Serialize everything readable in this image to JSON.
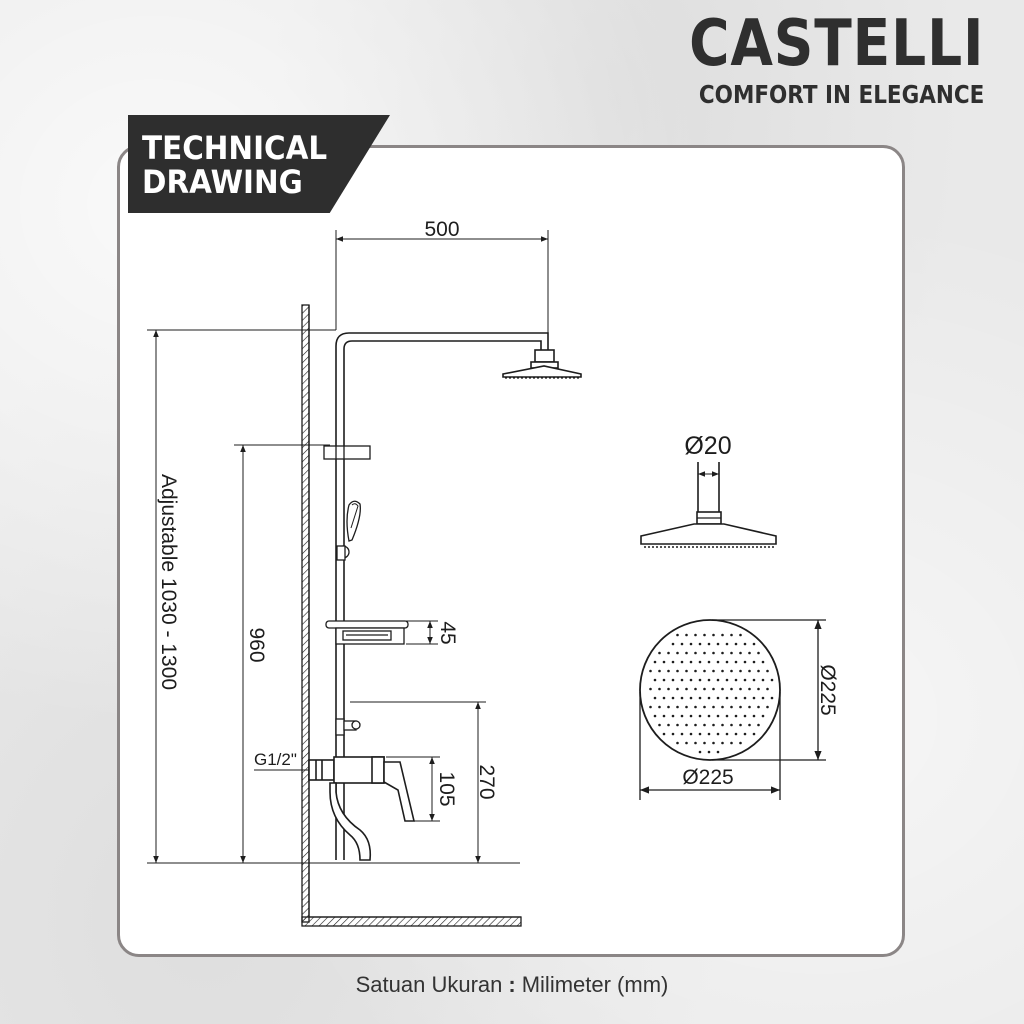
{
  "brand": {
    "name": "CASTELLI",
    "tagline": "COMFORT IN ELEGANCE"
  },
  "section_tag": {
    "line1": "TECHNICAL",
    "line2": "DRAWING"
  },
  "dimensions": {
    "arm_length": "500",
    "adjustable_height": "Adjustable 1030 - 1300",
    "bar_height": "960",
    "shelf_height": "45",
    "mixer_height": "270",
    "spout_height": "105",
    "inlet_thread": "G1/2\"",
    "connector_diameter": "Ø20",
    "head_diameter_vertical": "Ø225",
    "head_diameter_horizontal": "Ø225"
  },
  "footer": {
    "label": "Satuan Ukuran",
    "separator": ":",
    "value": "Milimeter (mm)"
  },
  "colors": {
    "line": "#1d1d1d",
    "tag_background": "#2e2e2e",
    "panel_border": "#8b8686",
    "brand_text": "#2f2f2f"
  }
}
